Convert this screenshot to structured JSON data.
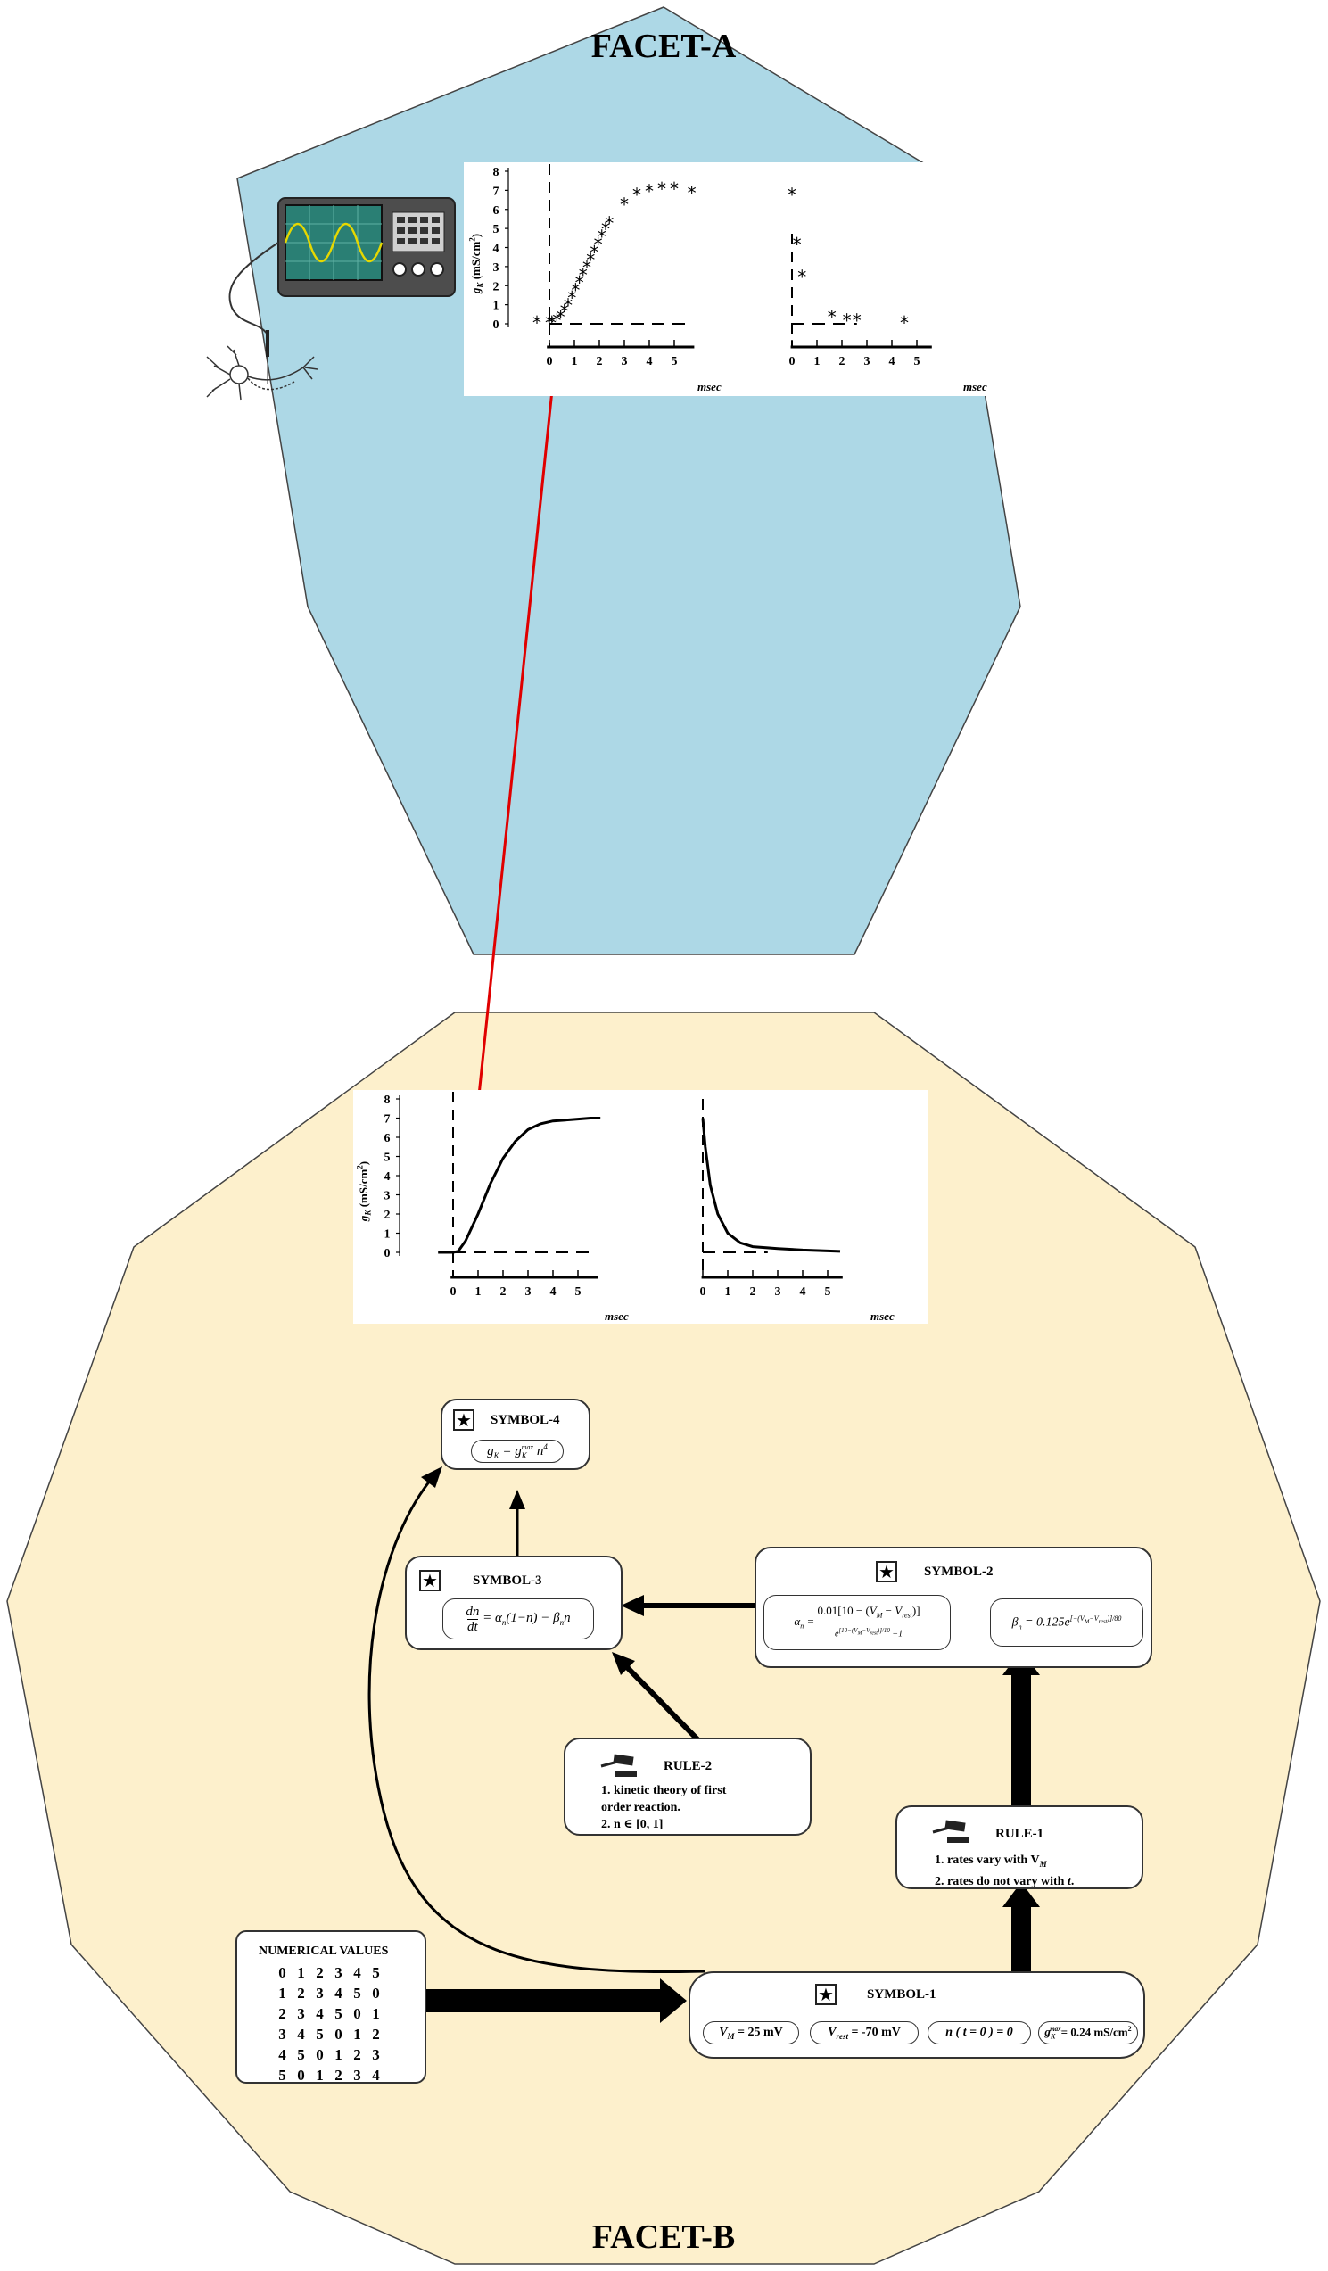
{
  "facets": {
    "a_title": "FACET-A",
    "b_title": "FACET-B",
    "a_color": "#add8e6",
    "b_color": "#fdf0cc"
  },
  "plots": {
    "ylabel": "g_K (mS/cm²)",
    "ylabel_main": "g",
    "ylabel_sub": "K",
    "ylabel_units": " (mS/cm",
    "ylabel_exp": "2",
    "ylabel_close": ")",
    "xlabel": "msec",
    "y_ticks": [
      "0",
      "1",
      "2",
      "3",
      "4",
      "5",
      "6",
      "7",
      "8"
    ],
    "x_ticks_left": [
      "0",
      "1",
      "2",
      "3",
      "4",
      "5"
    ],
    "x_ticks_right": [
      "0",
      "1",
      "2",
      "3",
      "4",
      "5"
    ]
  },
  "chart_data": [
    {
      "type": "scatter",
      "title": "",
      "xlabel": "msec",
      "ylabel": "g_K (mS/cm²)",
      "ylim": [
        0,
        8
      ],
      "grid": false,
      "series": [
        {
          "values_left": [
            [
              -0.5,
              0.1
            ],
            [
              0,
              0.1
            ],
            [
              0.1,
              0.1
            ],
            [
              0.3,
              0.2
            ],
            [
              0.45,
              0.4
            ],
            [
              0.6,
              0.7
            ],
            [
              0.75,
              1.0
            ],
            [
              0.9,
              1.4
            ],
            [
              1.05,
              1.8
            ],
            [
              1.2,
              2.2
            ],
            [
              1.35,
              2.6
            ],
            [
              1.5,
              3.0
            ],
            [
              1.65,
              3.4
            ],
            [
              1.8,
              3.8
            ],
            [
              1.95,
              4.2
            ],
            [
              2.1,
              4.6
            ],
            [
              2.25,
              5.0
            ],
            [
              2.4,
              5.3
            ],
            [
              3.0,
              6.3
            ],
            [
              3.5,
              6.8
            ],
            [
              4.0,
              7.0
            ],
            [
              4.5,
              7.1
            ],
            [
              5.0,
              7.1
            ],
            [
              5.7,
              6.9
            ]
          ],
          "values_right": [
            [
              0,
              6.8
            ],
            [
              0.2,
              4.2
            ],
            [
              0.4,
              2.5
            ],
            [
              1.6,
              0.4
            ],
            [
              2.2,
              0.2
            ],
            [
              2.6,
              0.2
            ],
            [
              4.5,
              0.1
            ]
          ]
        }
      ]
    },
    {
      "type": "line",
      "title": "",
      "xlabel": "msec",
      "ylabel": "g_K (mS/cm²)",
      "ylim": [
        0,
        8
      ],
      "grid": false,
      "series": [
        {
          "values_left": [
            [
              -0.6,
              0
            ],
            [
              0,
              0
            ],
            [
              0.2,
              0.05
            ],
            [
              0.5,
              0.6
            ],
            [
              1.0,
              2.0
            ],
            [
              1.5,
              3.6
            ],
            [
              2.0,
              4.9
            ],
            [
              2.5,
              5.8
            ],
            [
              3.0,
              6.4
            ],
            [
              3.5,
              6.7
            ],
            [
              4.0,
              6.85
            ],
            [
              4.5,
              6.9
            ],
            [
              5.0,
              6.95
            ],
            [
              5.5,
              7.0
            ],
            [
              5.9,
              7.0
            ]
          ],
          "values_right": [
            [
              0,
              7.0
            ],
            [
              0.1,
              5.5
            ],
            [
              0.3,
              3.5
            ],
            [
              0.6,
              2.0
            ],
            [
              1.0,
              1.0
            ],
            [
              1.5,
              0.5
            ],
            [
              2.0,
              0.3
            ],
            [
              3.0,
              0.2
            ],
            [
              4.0,
              0.12
            ],
            [
              5.5,
              0.05
            ]
          ]
        }
      ]
    }
  ],
  "symbols": {
    "s1_title": "SYMBOL-1",
    "s1_eqs": [
      "V_M = 25 mV",
      "V_rest = -70 mV",
      "n ( t = 0 ) = 0",
      "g_K^max = 0.24 mS/cm²"
    ],
    "s2_title": "SYMBOL-2",
    "s2_eq_alpha": "α_n = 0.01[10−(V_M −V_rest)] / (e^{[10−(V_M−V_rest)]/10} −1)",
    "s2_eq_beta": "β_n = 0.125e^{[−(V_M−V_rest)]/80}",
    "s3_title": "SYMBOL-3",
    "s3_eq": "dn/dt = α_n(1−n) − β_n n",
    "s4_title": "SYMBOL-4",
    "s4_eq": "g_K = g_K^max n^4"
  },
  "rules": {
    "r1_title": "RULE-1",
    "r1_line1": "1. rates vary with V",
    "r1_line1_sub": "M",
    "r1_line2": "2. rates do not vary with ",
    "r1_line2_var": "t",
    "r1_line2_end": ".",
    "r2_title": "RULE-2",
    "r2_line1": "1. kinetic theory of first",
    "r2_line2": "order reaction.",
    "r2_line3": "2. n ∈ [0, 1]"
  },
  "numerical": {
    "title": "NUMERICAL VALUES",
    "rows": [
      [
        "0",
        "1",
        "2",
        "3",
        "4",
        "5"
      ],
      [
        "1",
        "2",
        "3",
        "4",
        "5",
        "0"
      ],
      [
        "2",
        "3",
        "4",
        "5",
        "0",
        "1"
      ],
      [
        "3",
        "4",
        "5",
        "0",
        "1",
        "2"
      ],
      [
        "4",
        "5",
        "0",
        "1",
        "2",
        "3"
      ],
      [
        "5",
        "0",
        "1",
        "2",
        "3",
        "4"
      ]
    ]
  },
  "icons": [
    "oscilloscope-icon",
    "neuron-icon",
    "probe-icon",
    "star-icon",
    "gavel-icon"
  ],
  "colors": {
    "link_arrow": "#e00000",
    "arrows": "#000000"
  }
}
